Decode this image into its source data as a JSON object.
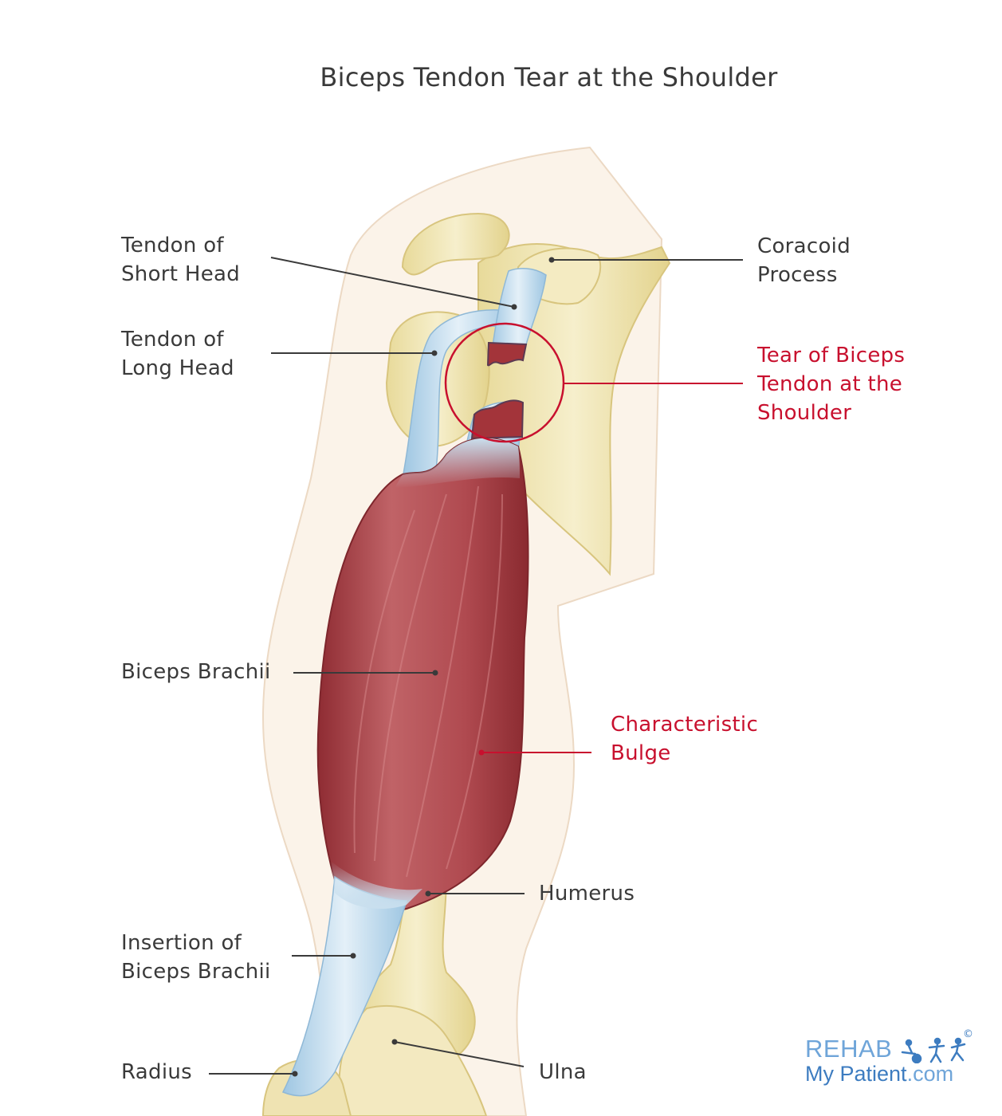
{
  "title": "Biceps Tendon Tear at the Shoulder",
  "labels": {
    "short_head": "Tendon of\nShort Head",
    "long_head": "Tendon of\nLong Head",
    "coracoid": "Coracoid\nProcess",
    "tear": "Tear of Biceps\nTendon at the\nShoulder",
    "biceps": "Biceps Brachii",
    "bulge": "Characteristic\nBulge",
    "humerus": "Humerus",
    "insertion": "Insertion of\nBiceps Brachii",
    "radius": "Radius",
    "ulna": "Ulna"
  },
  "logo": {
    "line1": "REHAB",
    "line2_main": "My Patient",
    "line2_domain": ".com",
    "copyright": "©"
  },
  "colors": {
    "label_text": "#3a3a3a",
    "highlight_red": "#c8102e",
    "muscle": "#b24a4e",
    "tendon": "#b8d6ea",
    "bone": "#f1e8b8",
    "skin": "#fbf3e9",
    "logo_blue": "#3d7cc0"
  }
}
